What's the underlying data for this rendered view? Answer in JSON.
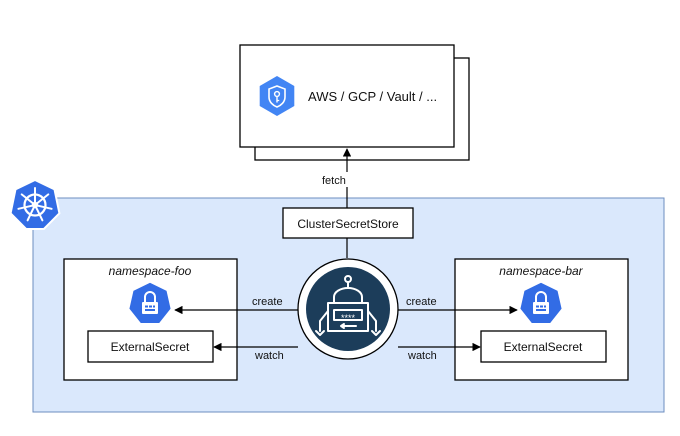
{
  "provider": {
    "label": "AWS / GCP / Vault / ..."
  },
  "store": {
    "label": "ClusterSecretStore"
  },
  "edges": {
    "fetch": "fetch",
    "create_left": "create",
    "create_right": "create",
    "watch_left": "watch",
    "watch_right": "watch"
  },
  "namespaces": [
    {
      "title": "namespace-foo",
      "resource_label": "ExternalSecret"
    },
    {
      "title": "namespace-bar",
      "resource_label": "ExternalSecret"
    }
  ],
  "operator": {
    "badge": "****"
  },
  "icons": {
    "cluster": "kubernetes-helm-icon",
    "provider": "key-shield-icon",
    "secret": "kubernetes-secret-lock-icon",
    "operator": "robot-icon"
  },
  "colors": {
    "cluster_fill": "#dae8fc",
    "cluster_border": "#6c8ebf",
    "k8s_blue": "#326ce5",
    "gcp_blue": "#4285f4",
    "operator_navy": "#1c3d5a"
  }
}
